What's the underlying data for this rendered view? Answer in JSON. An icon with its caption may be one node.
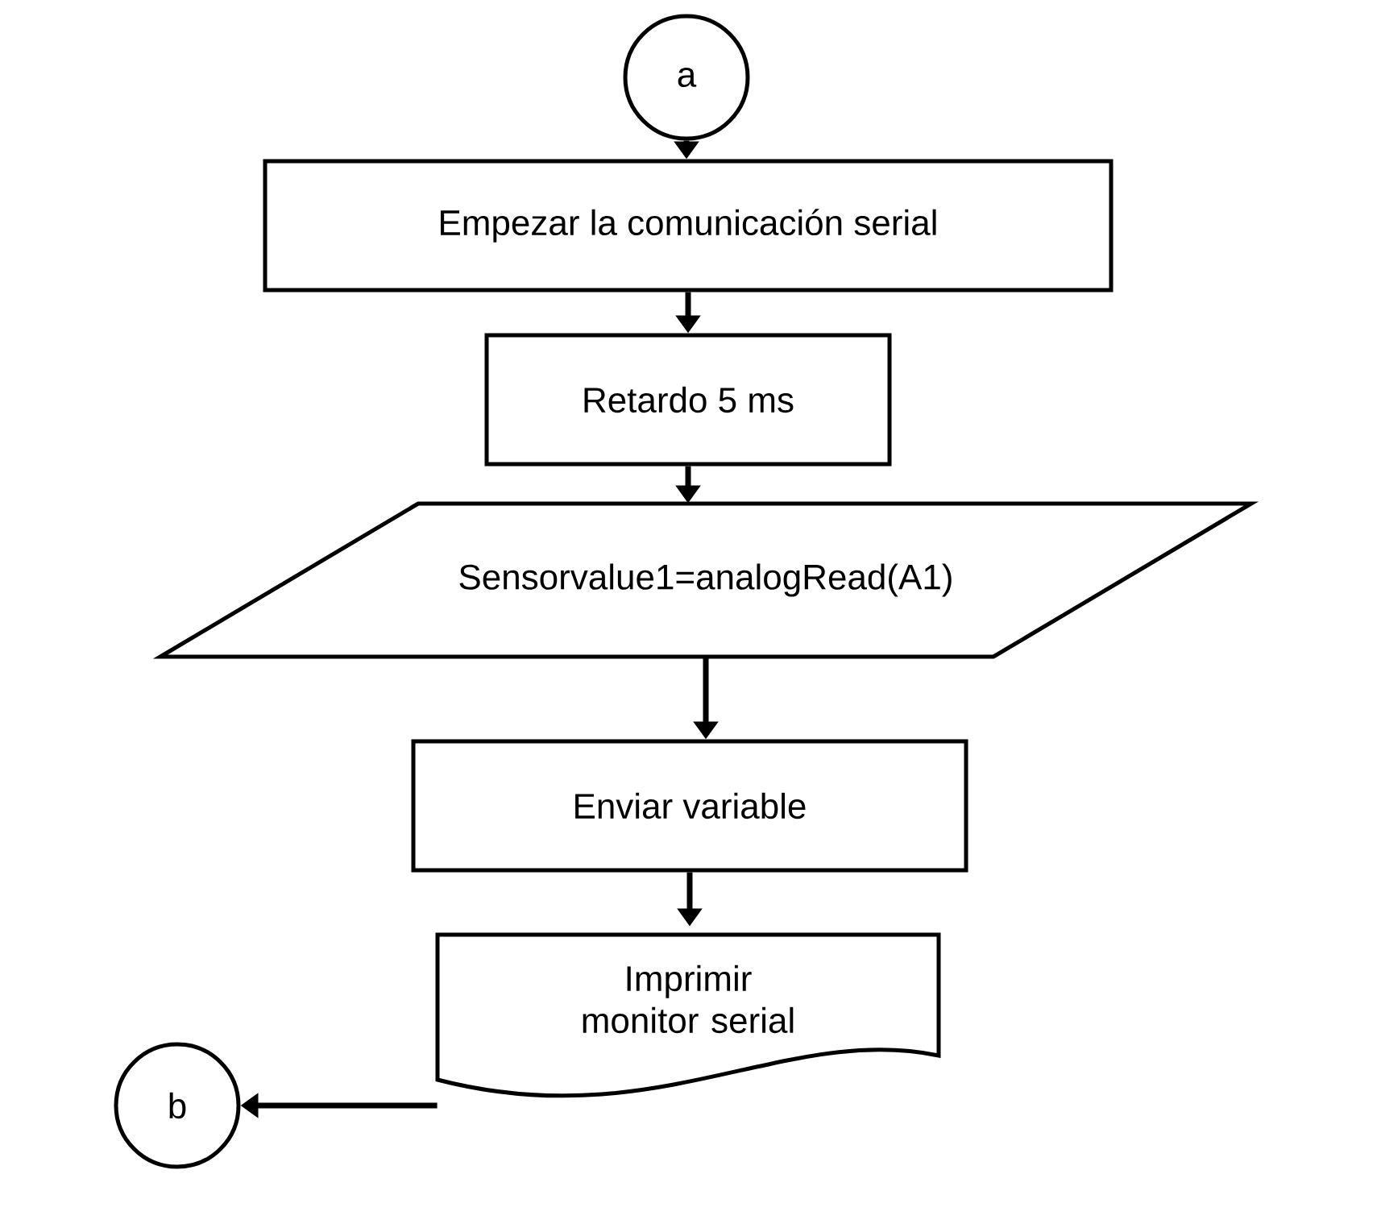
{
  "diagram": {
    "nodes": [
      {
        "text": [
          "a"
        ]
      },
      {
        "text": [
          "Empezar la comunicación serial"
        ]
      },
      {
        "text": [
          "Retardo 5 ms"
        ]
      },
      {
        "text": [
          "Sensorvalue1=analogRead(A1)"
        ]
      },
      {
        "text": [
          "Enviar variable"
        ]
      },
      {
        "text": [
          "Imprimir monitor serial"
        ]
      },
      {
        "text": [
          "b"
        ]
      }
    ],
    "edges": [
      {
        "from": 0,
        "to": 1,
        "arrow": "to"
      },
      {
        "from": 1,
        "to": 2,
        "arrow": "to"
      },
      {
        "from": 2,
        "to": 3,
        "arrow": "to"
      },
      {
        "from": 3,
        "to": 4,
        "arrow": "to"
      },
      {
        "from": 4,
        "to": 5,
        "arrow": "to"
      },
      {
        "from": 5,
        "to": 6,
        "arrow": "to"
      }
    ]
  }
}
